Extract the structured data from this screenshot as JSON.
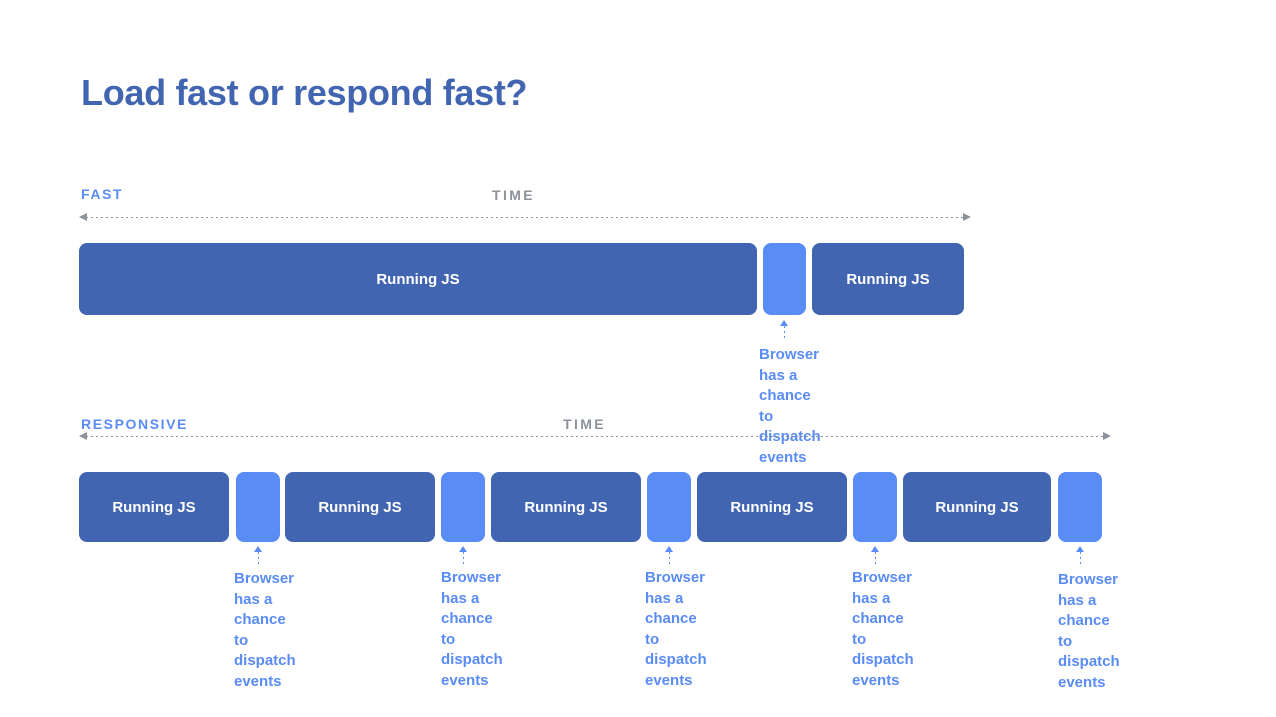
{
  "slide": {
    "title": "Load fast or respond fast?",
    "background": "#ffffff",
    "colors": {
      "title": "#4265b2",
      "accent_dark": "#4265b2",
      "accent_light": "#5a8cf5",
      "axis_gray": "#8d939b",
      "bar_text": "#ffffff"
    }
  },
  "rows": [
    {
      "id": "fast",
      "label": "FAST",
      "time_label": "TIME",
      "segments": [
        {
          "kind": "js",
          "label": "Running JS"
        },
        {
          "kind": "gap",
          "label": ""
        },
        {
          "kind": "js",
          "label": "Running JS"
        }
      ],
      "callouts": [
        {
          "text": "Browser has a\nchance to\ndispatch events"
        }
      ]
    },
    {
      "id": "responsive",
      "label": "RESPONSIVE",
      "time_label": "TIME",
      "segments": [
        {
          "kind": "js",
          "label": "Running JS"
        },
        {
          "kind": "gap",
          "label": ""
        },
        {
          "kind": "js",
          "label": "Running JS"
        },
        {
          "kind": "gap",
          "label": ""
        },
        {
          "kind": "js",
          "label": "Running JS"
        },
        {
          "kind": "gap",
          "label": ""
        },
        {
          "kind": "js",
          "label": "Running JS"
        },
        {
          "kind": "gap",
          "label": ""
        },
        {
          "kind": "js",
          "label": "Running JS"
        },
        {
          "kind": "gap",
          "label": ""
        }
      ],
      "callouts": [
        {
          "text": "Browser has a\nchance to\ndispatch events"
        },
        {
          "text": "Browser has a\nchance to\ndispatch events"
        },
        {
          "text": "Browser has a\nchance to\ndispatch events"
        },
        {
          "text": "Browser has a\nchance to\ndispatch events"
        },
        {
          "text": "Browser has a\nchance to\ndispatch events"
        }
      ]
    }
  ]
}
